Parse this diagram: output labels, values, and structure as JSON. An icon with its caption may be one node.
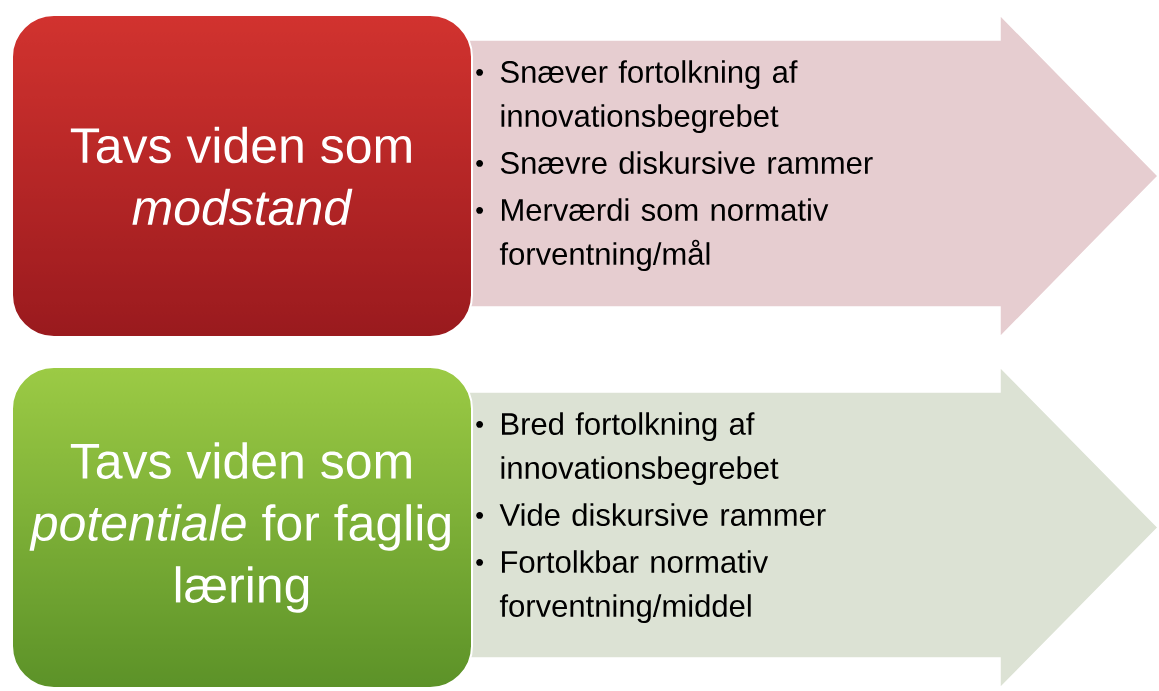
{
  "diagram": {
    "nodes": [
      {
        "text": [
          "Tavs viden som *modstand*"
        ]
      },
      {
        "text": [
          "Snæver fortolkning af innovationsbegrebet",
          "Snævre diskursive rammer",
          "Merværdi som normativ forventning/mål"
        ]
      },
      {
        "text": [
          "Tavs viden som *potentiale* for faglig læring"
        ]
      },
      {
        "text": [
          "Bred fortolkning af innovationsbegrebet",
          "Vide diskursive rammer",
          "Fortolkbar normativ forventning/middel"
        ]
      }
    ]
  }
}
